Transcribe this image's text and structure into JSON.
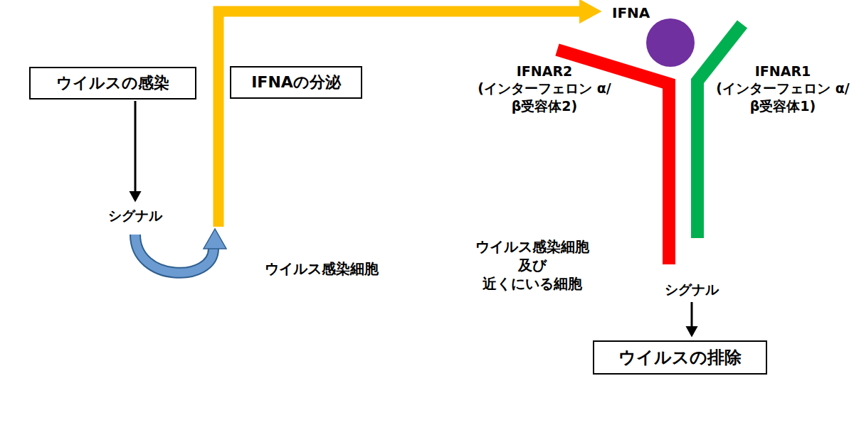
{
  "diagram": {
    "nodes": [
      {
        "text": [
          "ウイルスの感染"
        ]
      },
      {
        "text": [
          "ウイルス感染細胞"
        ]
      },
      {
        "text": [
          "シグナル"
        ],
        "in": 1
      },
      {
        "text": [
          "IFNAの分泌"
        ]
      },
      {
        "text": [
          "ウイルス感染細胞 及び 近くにいる細胞"
        ]
      },
      {
        "text": [
          "IFNA"
        ]
      },
      {
        "text": [
          "シグナル"
        ],
        "in": 4
      },
      {
        "text": [
          "ウイルスの排除"
        ],
        "in": 4
      }
    ],
    "edges": [
      {
        "from": 0,
        "to": 2,
        "arrow": "to"
      },
      {
        "from": 2,
        "to": 5,
        "arrow": "to"
      },
      {
        "from": 6,
        "to": 7,
        "arrow": "to"
      }
    ],
    "labels": [
      "IFNAR2 (インターフェロン α/β受容体2)",
      "IFNAR1 (インターフェロン α/β受容体1)"
    ]
  }
}
